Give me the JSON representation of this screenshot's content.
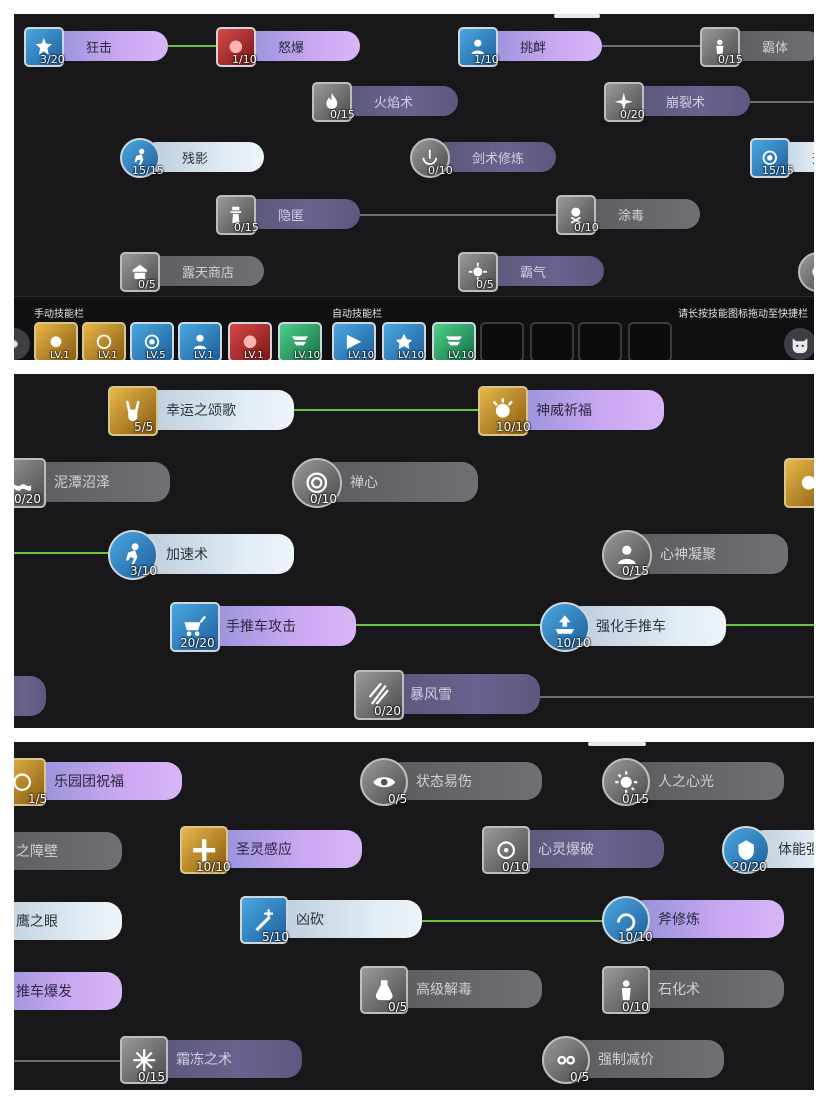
{
  "panel1": {
    "skills": [
      {
        "name": "狂击",
        "level": "3/20"
      },
      {
        "name": "怒爆",
        "level": "1/10"
      },
      {
        "name": "挑衅",
        "level": "1/10"
      },
      {
        "name": "霸体",
        "level": "0/15"
      },
      {
        "name": "火焰术",
        "level": "0/15"
      },
      {
        "name": "崩裂术",
        "level": "0/20"
      },
      {
        "name": "残影",
        "level": "15/15"
      },
      {
        "name": "剑术修炼",
        "level": "0/10"
      },
      {
        "name": "天使",
        "level": "15/15"
      },
      {
        "name": "隐匿",
        "level": "0/15"
      },
      {
        "name": "涂毒",
        "level": "0/10"
      },
      {
        "name": "露天商店",
        "level": "0/5"
      },
      {
        "name": "霸气",
        "level": "0/5"
      }
    ],
    "skillbar": {
      "manual_label": "手动技能栏",
      "auto_label": "自动技能栏",
      "hint": "请长按技能图标拖动至快捷栏",
      "manual_slots": [
        "LV.1",
        "LV.1",
        "LV.5",
        "LV.1",
        "LV.1",
        "LV.10"
      ],
      "auto_slots": [
        "LV.10",
        "LV.10",
        "LV.10"
      ]
    }
  },
  "panel2": {
    "skills": [
      {
        "name": "幸运之颂歌",
        "level": "5/5"
      },
      {
        "name": "神威祈福",
        "level": "10/10"
      },
      {
        "name": "泥潭沼泽",
        "level": "0/20"
      },
      {
        "name": "禅心",
        "level": "0/10"
      },
      {
        "name": "加速术",
        "level": "3/10"
      },
      {
        "name": "心神凝聚",
        "level": "0/15"
      },
      {
        "name": "手推车攻击",
        "level": "20/20"
      },
      {
        "name": "强化手推车",
        "level": "10/10"
      },
      {
        "name": "暴风雪",
        "level": "0/20"
      }
    ]
  },
  "panel3": {
    "skills": [
      {
        "name": "乐园团祝福",
        "level": "1/5"
      },
      {
        "name": "状态易伤",
        "level": "0/5"
      },
      {
        "name": "人之心光",
        "level": "0/15"
      },
      {
        "name": "之障壁",
        "level": ""
      },
      {
        "name": "圣灵感应",
        "level": "10/10"
      },
      {
        "name": "心灵爆破",
        "level": "0/10"
      },
      {
        "name": "体能强",
        "level": "20/20"
      },
      {
        "name": "鹰之眼",
        "level": ""
      },
      {
        "name": "凶砍",
        "level": "5/10"
      },
      {
        "name": "斧修炼",
        "level": "10/10"
      },
      {
        "name": "推车爆发",
        "level": ""
      },
      {
        "name": "高级解毒",
        "level": "0/5"
      },
      {
        "name": "石化术",
        "level": "0/10"
      },
      {
        "name": "霜冻之术",
        "level": "0/15"
      },
      {
        "name": "强制减价",
        "level": "0/5"
      }
    ]
  },
  "colors": {
    "background": "#18181a",
    "active_connector": "#6cc23a",
    "inactive_connector": "#6d6d72"
  }
}
